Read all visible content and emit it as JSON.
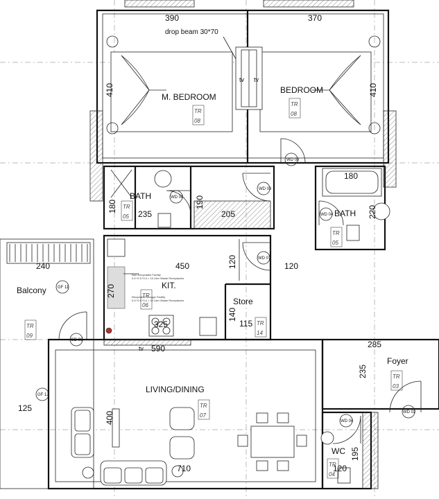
{
  "rooms": {
    "master_bedroom": "M. BEDROOM",
    "bedroom": "BEDROOM",
    "bath_1": "BATH",
    "bath_2": "BATH",
    "kitchen": "KIT.",
    "store": "Store",
    "balcony": "Balcony",
    "living_dining": "LIVING/DINING",
    "foyer": "Foyer",
    "wc": "WC"
  },
  "tags": {
    "t_mbed_top": "TR",
    "t_mbed_num": "08",
    "t_bed_top": "TR",
    "t_bed_num": "08",
    "t_bath1_top": "TR",
    "t_bath1_num": "05",
    "t_bath2_top": "TR",
    "t_bath2_num": "05",
    "t_kit_top": "TR",
    "t_kit_num": "06",
    "t_store_top": "TR",
    "t_store_num": "14",
    "t_bal_top": "TR",
    "t_bal_num": "09",
    "t_liv_top": "TR",
    "t_liv_num": "07",
    "t_foy_top": "TR",
    "t_foy_num": "03",
    "t_wc_top": "TR",
    "t_wc_num": "04"
  },
  "dimensions": {
    "d390": "390",
    "d370": "370",
    "d410a": "410",
    "d410b": "410",
    "d180a": "180",
    "d235": "235",
    "d190": "190",
    "d205": "205",
    "d180b": "180",
    "d220": "220",
    "d240": "240",
    "d450": "450",
    "d120a": "120",
    "d120b": "120",
    "d270": "270",
    "d325": "325",
    "d140": "140",
    "d115": "115",
    "d590": "590",
    "d285": "285",
    "d235b": "235",
    "d125": "125",
    "d400": "400",
    "d710": "710",
    "d195": "195",
    "d120c": "120"
  },
  "annotations": {
    "drop_beam": "drop beam 30*70",
    "tv1": "tv",
    "tv2": "tv",
    "tv3": "tv",
    "note_line1": "Non-Recyclable Facility",
    "note_line2": "0.5 *0.5 *0.4 = 10 Liter Waste Receptacles",
    "note_line3": "Recyclable Storage Facility",
    "note_line4": "0.5 *0.5 *0.4 = 10 Liter Waste Receptacles"
  },
  "doors": {
    "wd03a": "WD 03",
    "wd03b": "WD 03",
    "wd04a": "WD 04",
    "wd04b": "WD 04",
    "wd07": "WD 07",
    "wd04c": "WD 04",
    "wd02": "WD 02",
    "gf11": "GF 11",
    "gd06": "GD 06",
    "gf12": "GF 12"
  }
}
